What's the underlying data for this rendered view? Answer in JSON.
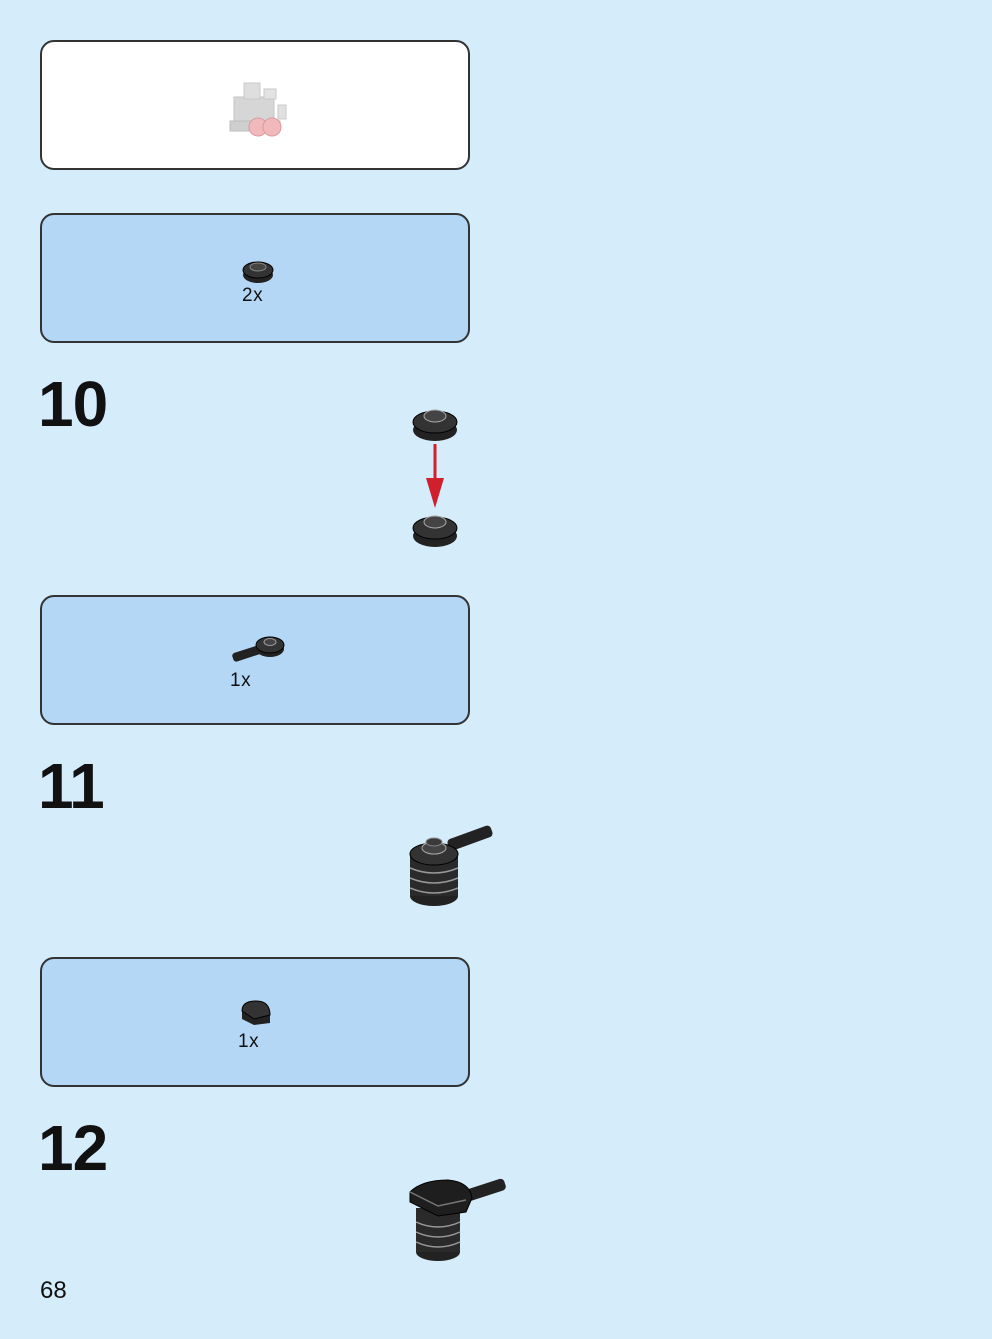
{
  "callouts": [
    {
      "id": "model-preview",
      "style": "white"
    },
    {
      "id": "parts-step-10",
      "quantity": "2x",
      "part_icon": "round-plate-icon"
    },
    {
      "id": "parts-step-11",
      "quantity": "1x",
      "part_icon": "plate-with-bar-icon"
    },
    {
      "id": "parts-step-12",
      "quantity": "1x",
      "part_icon": "quarter-round-tile-icon"
    }
  ],
  "steps": [
    {
      "number": "10",
      "action": "stack-round-plates"
    },
    {
      "number": "11",
      "action": "add-plate-with-bar"
    },
    {
      "number": "12",
      "action": "add-quarter-round-tile"
    }
  ],
  "colors": {
    "page_background": "#d5ecfa",
    "callout_background": "#b4d7f5",
    "part_black": "#222222",
    "arrow_red": "#d0202e"
  },
  "page": {
    "number": "68"
  }
}
